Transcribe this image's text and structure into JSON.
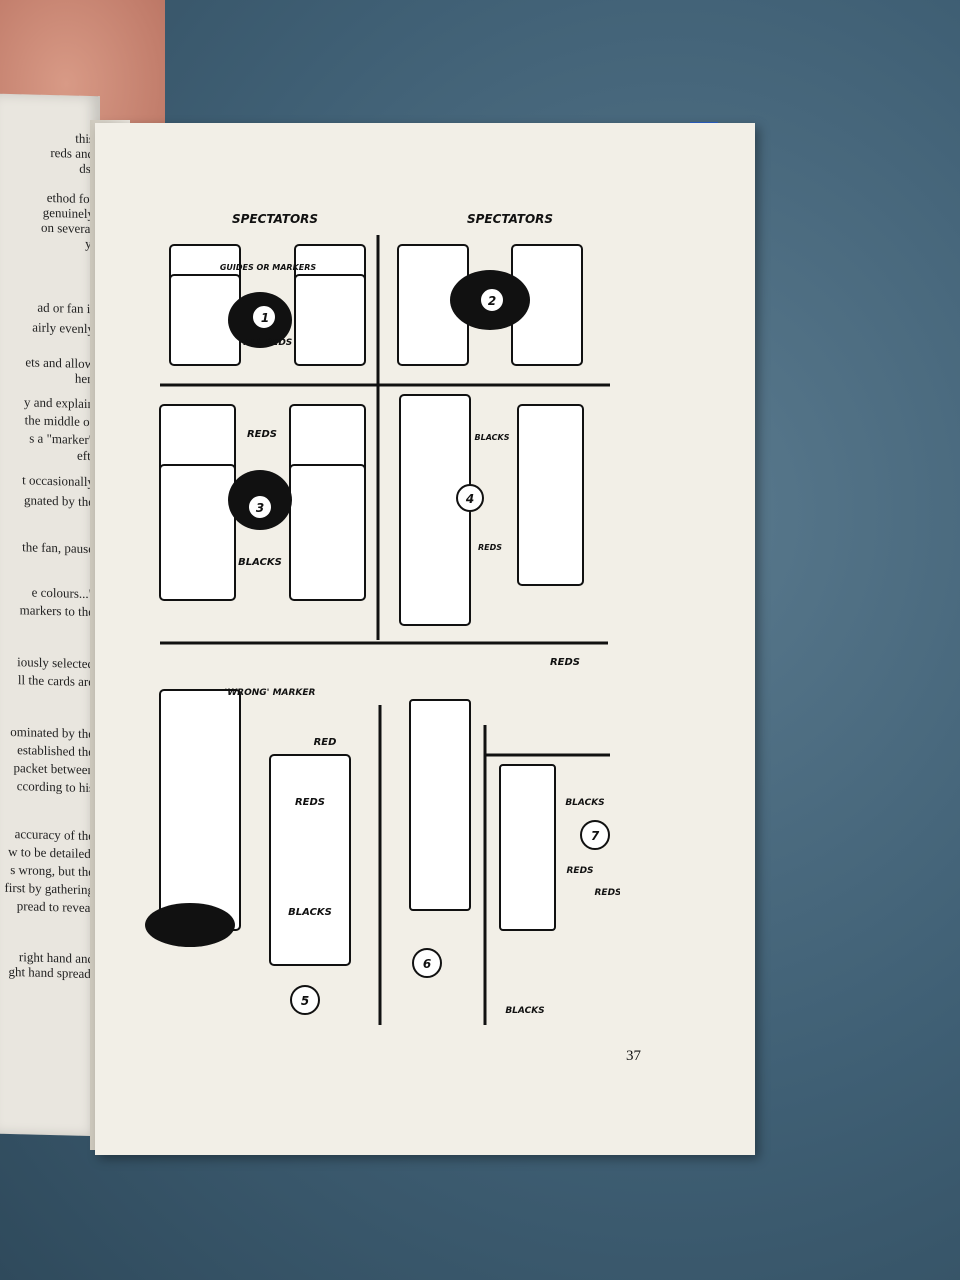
{
  "left_page": {
    "lines": [
      "this",
      "reds and",
      "ds.",
      "ethod for",
      "genuinely",
      "on several",
      "y.",
      "ad or fan it",
      "airly evenly",
      "ets and allow",
      "her.",
      "y and explain",
      "the middle of",
      "s a \"marker\"",
      "eft.",
      "t occasionally",
      "gnated by the",
      "the fan, pause",
      "e colours...\"",
      "markers to the",
      "iously selected",
      "ll the cards are",
      "ominated by the",
      "established the",
      "packet between",
      "ccording to his",
      "accuracy of the",
      "w to be detailed.",
      "s wrong, but the",
      "first by gathering",
      "pread to reveal",
      "right hand and",
      "ght hand spread."
    ]
  },
  "illustration": {
    "spectators_labels": [
      "SPECTATORS",
      "SPECTATORS"
    ],
    "panel_numbers": [
      "1",
      "2",
      "3",
      "4",
      "5",
      "6",
      "7"
    ],
    "labels": {
      "guides": "GUIDES OR MARKERS",
      "all_reds": "ALL REDS",
      "reds": "REDS",
      "blacks": "BLACKS",
      "wrong_marker": "'WRONG' MARKER",
      "red": "RED"
    }
  },
  "page_number": "37"
}
